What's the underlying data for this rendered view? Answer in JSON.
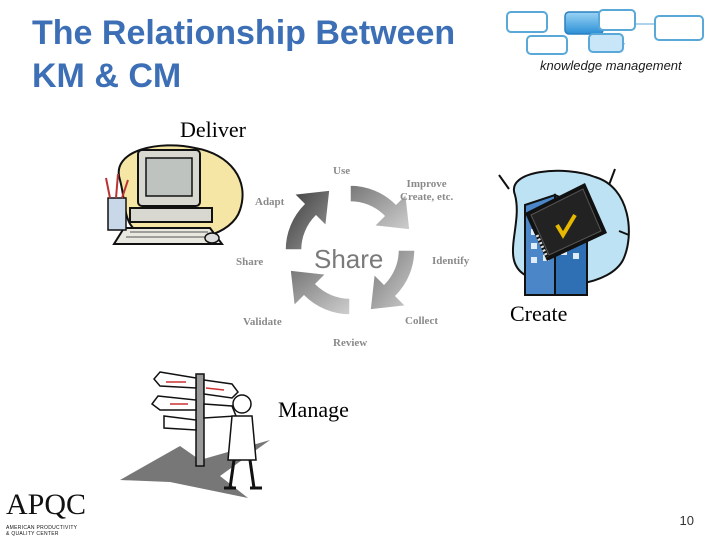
{
  "slide": {
    "title_line1": "The Relationship Between",
    "title_line2": "KM & CM",
    "km_label": "knowledge management",
    "page_number": "10"
  },
  "labels": {
    "deliver": "Deliver",
    "create": "Create",
    "manage": "Manage"
  },
  "cycle": {
    "center": "Share",
    "use": "Use",
    "improve_line1": "Improve",
    "improve_line2": "Create, etc.",
    "identify": "Identify",
    "collect": "Collect",
    "review": "Review",
    "validate": "Validate",
    "share": "Share",
    "adapt": "Adapt"
  },
  "logo": {
    "name": "APQC",
    "line1": "AMERICAN PRODUCTIVITY",
    "line2": "& QUALITY CENTER"
  },
  "icons": [
    "km-network-icon",
    "computer-clipart-icon",
    "building-book-clipart-icon",
    "signpost-man-clipart-icon"
  ],
  "colors": {
    "title": "#3c6fb5",
    "cycle_dark": "#3a3a3a",
    "cycle_light": "#c0c0c0",
    "network_blue": "#3aa0e0"
  }
}
